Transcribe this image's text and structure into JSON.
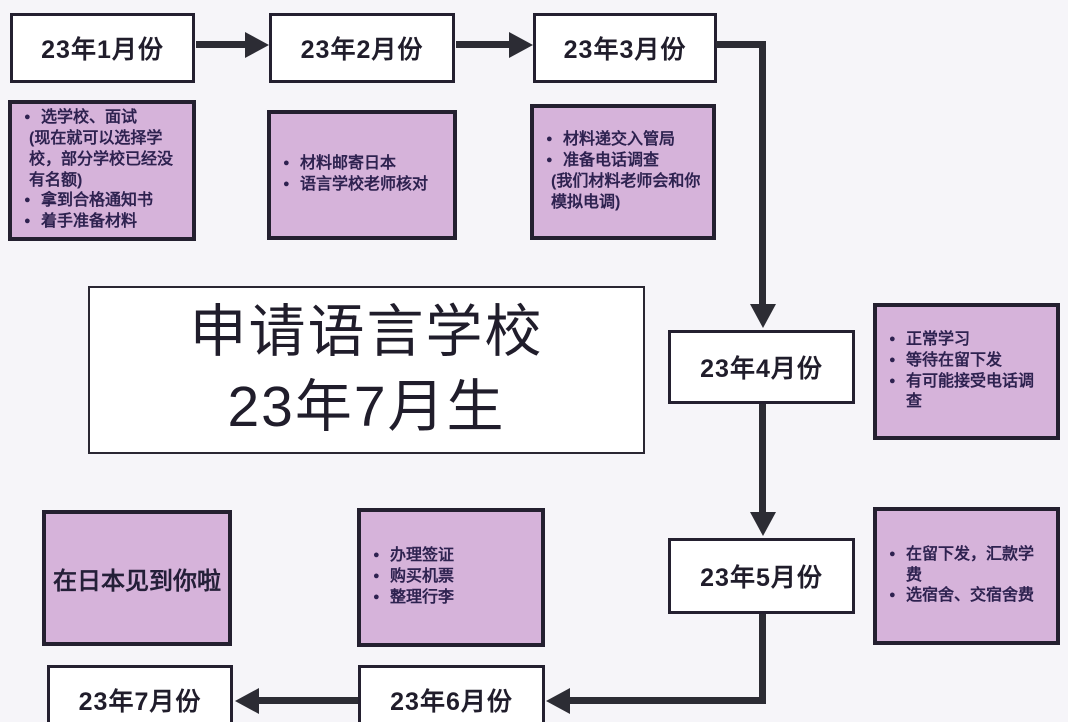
{
  "colors": {
    "background": "#f6f5f9",
    "note_fill": "#d6b3da",
    "box_border": "#242030",
    "note_text": "#2e2250",
    "heading_text": "#201d2b",
    "arrow": "#2c2c34",
    "white_box": "#ffffff"
  },
  "title": {
    "line1": "申请语言学校",
    "line2": "23年7月生"
  },
  "months": {
    "jan": "23年1月份",
    "feb": "23年2月份",
    "mar": "23年3月份",
    "apr": "23年4月份",
    "may": "23年5月份",
    "jun": "23年6月份",
    "jul": "23年7月份"
  },
  "notes": {
    "jan": {
      "lines": [
        {
          "bullet": "●",
          "text": "选学校、面试"
        },
        {
          "bullet": "",
          "text": "(现在就可以选择学校，部分学校已经没有名额)"
        },
        {
          "bullet": "●",
          "text": "拿到合格通知书"
        },
        {
          "bullet": "●",
          "text": "着手准备材料"
        }
      ]
    },
    "feb": {
      "lines": [
        {
          "bullet": "●",
          "text": "材料邮寄日本"
        },
        {
          "bullet": "●",
          "text": "语言学校老师核对"
        }
      ]
    },
    "mar": {
      "lines": [
        {
          "bullet": "●",
          "text": "材料递交入管局"
        },
        {
          "bullet": "●",
          "text": "准备电话调查"
        },
        {
          "bullet": "",
          "text": "(我们材料老师会和你模拟电调)"
        }
      ]
    },
    "apr": {
      "lines": [
        {
          "bullet": "●",
          "text": "正常学习"
        },
        {
          "bullet": "●",
          "text": "等待在留下发"
        },
        {
          "bullet": "●",
          "text": "有可能接受电话调查"
        }
      ]
    },
    "may": {
      "lines": [
        {
          "bullet": "●",
          "text": "在留下发，汇款学费"
        },
        {
          "bullet": "●",
          "text": "选宿舍、交宿舍费"
        }
      ]
    },
    "jun": {
      "lines": [
        {
          "bullet": "●",
          "text": "办理签证"
        },
        {
          "bullet": "●",
          "text": "购买机票"
        },
        {
          "bullet": "●",
          "text": "整理行李"
        }
      ]
    }
  },
  "arrival": {
    "label": "在日本见到你啦"
  }
}
